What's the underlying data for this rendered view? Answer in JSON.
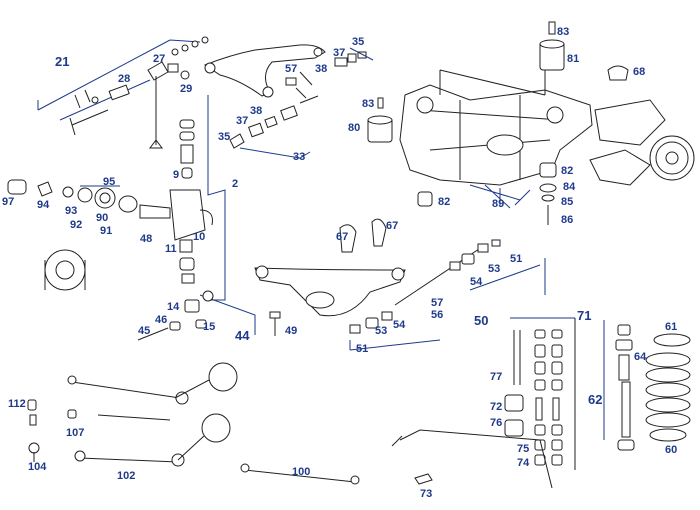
{
  "labels": {
    "l2": "2",
    "l9": "9",
    "l10": "10",
    "l11": "11",
    "l14": "14",
    "l15": "15",
    "l21": "21",
    "l27": "27",
    "l28": "28",
    "l29": "29",
    "l33": "33",
    "l35a": "35",
    "l35b": "35",
    "l37a": "37",
    "l37b": "37",
    "l38a": "38",
    "l38b": "38",
    "l44": "44",
    "l45": "45",
    "l46": "46",
    "l48": "48",
    "l49": "49",
    "l50": "50",
    "l51a": "51",
    "l51b": "51",
    "l53a": "53",
    "l53b": "53",
    "l54a": "54",
    "l54b": "54",
    "l56": "56",
    "l57a": "57",
    "l57b": "57",
    "l60": "60",
    "l61": "61",
    "l62": "62",
    "l64": "64",
    "l67a": "67",
    "l67b": "67",
    "l68": "68",
    "l71": "71",
    "l72": "72",
    "l73": "73",
    "l74": "74",
    "l75": "75",
    "l76": "76",
    "l77": "77",
    "l80": "80",
    "l81": "81",
    "l82a": "82",
    "l82b": "82",
    "l83a": "83",
    "l83b": "83",
    "l84": "84",
    "l85": "85",
    "l86": "86",
    "l89": "89",
    "l90": "90",
    "l91": "91",
    "l92": "92",
    "l93": "93",
    "l94": "94",
    "l95": "95",
    "l97": "97",
    "l100": "100",
    "l102": "102",
    "l104": "104",
    "l107": "107",
    "l112": "112"
  },
  "colors": {
    "label": "#1e3a8a",
    "line": "#222222",
    "background": "#ffffff"
  }
}
